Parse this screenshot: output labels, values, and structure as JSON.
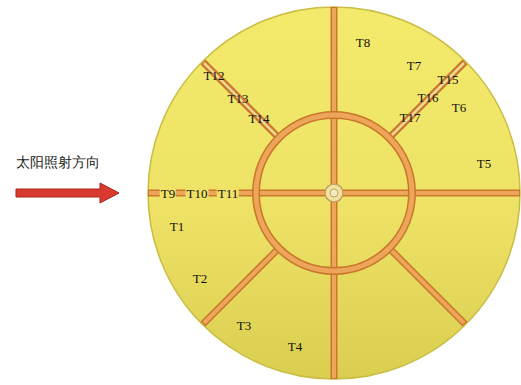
{
  "diagram": {
    "labels": [
      "太阳照射方向",
      "T1",
      "T2",
      "T3",
      "T4",
      "T5",
      "T6",
      "T7",
      "T8",
      "T9",
      "T10",
      "T11",
      "T12",
      "T13",
      "T14",
      "T15",
      "T16",
      "T17"
    ]
  }
}
